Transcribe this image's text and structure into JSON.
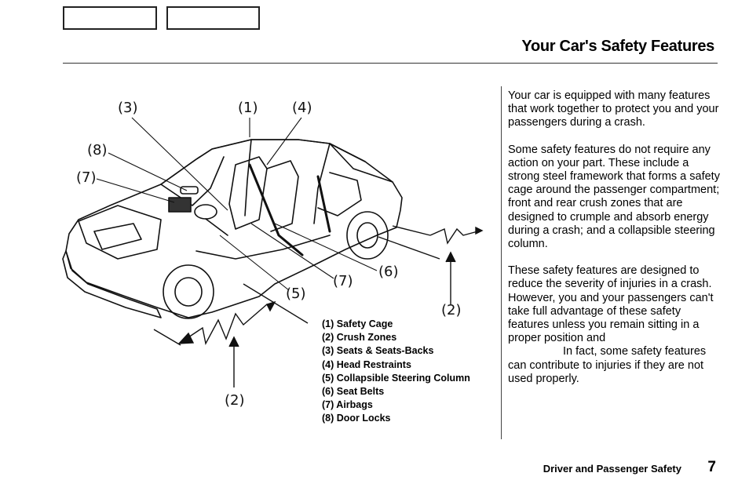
{
  "nav": {
    "buttons": [
      "",
      ""
    ]
  },
  "header": {
    "title": "Your Car's Safety Features"
  },
  "intro": {
    "p1": "Your car is equipped with many features that work together to protect you and your passengers during a crash.",
    "p2": "Some safety features do not require any action on your part. These include a strong steel framework that forms a safety cage around the passenger compartment; front and rear crush zones that are designed to crumple and absorb energy during a crash; and a collapsible steering column.",
    "p3a": "These safety features are designed to reduce the severity of injuries in a crash. However, you and your passengers can't take full advantage of these safety features unless you remain sitting in a proper position and",
    "p3b": "In fact, some safety features can contribute to injuries if they are not used properly."
  },
  "diagram": {
    "callouts": [
      "(1)",
      "(2)",
      "(2)",
      "(3)",
      "(4)",
      "(5)",
      "(6)",
      "(7)",
      "(7)",
      "(8)"
    ]
  },
  "legend": [
    "(1) Safety Cage",
    "(2) Crush Zones",
    "(3) Seats & Seats-Backs",
    "(4) Head Restraints",
    "(5) Collapsible Steering Column",
    "(6) Seat Belts",
    "(7) Airbags",
    "(8) Door Locks"
  ],
  "footer": {
    "section": "Driver and Passenger Safety",
    "page": "7"
  }
}
